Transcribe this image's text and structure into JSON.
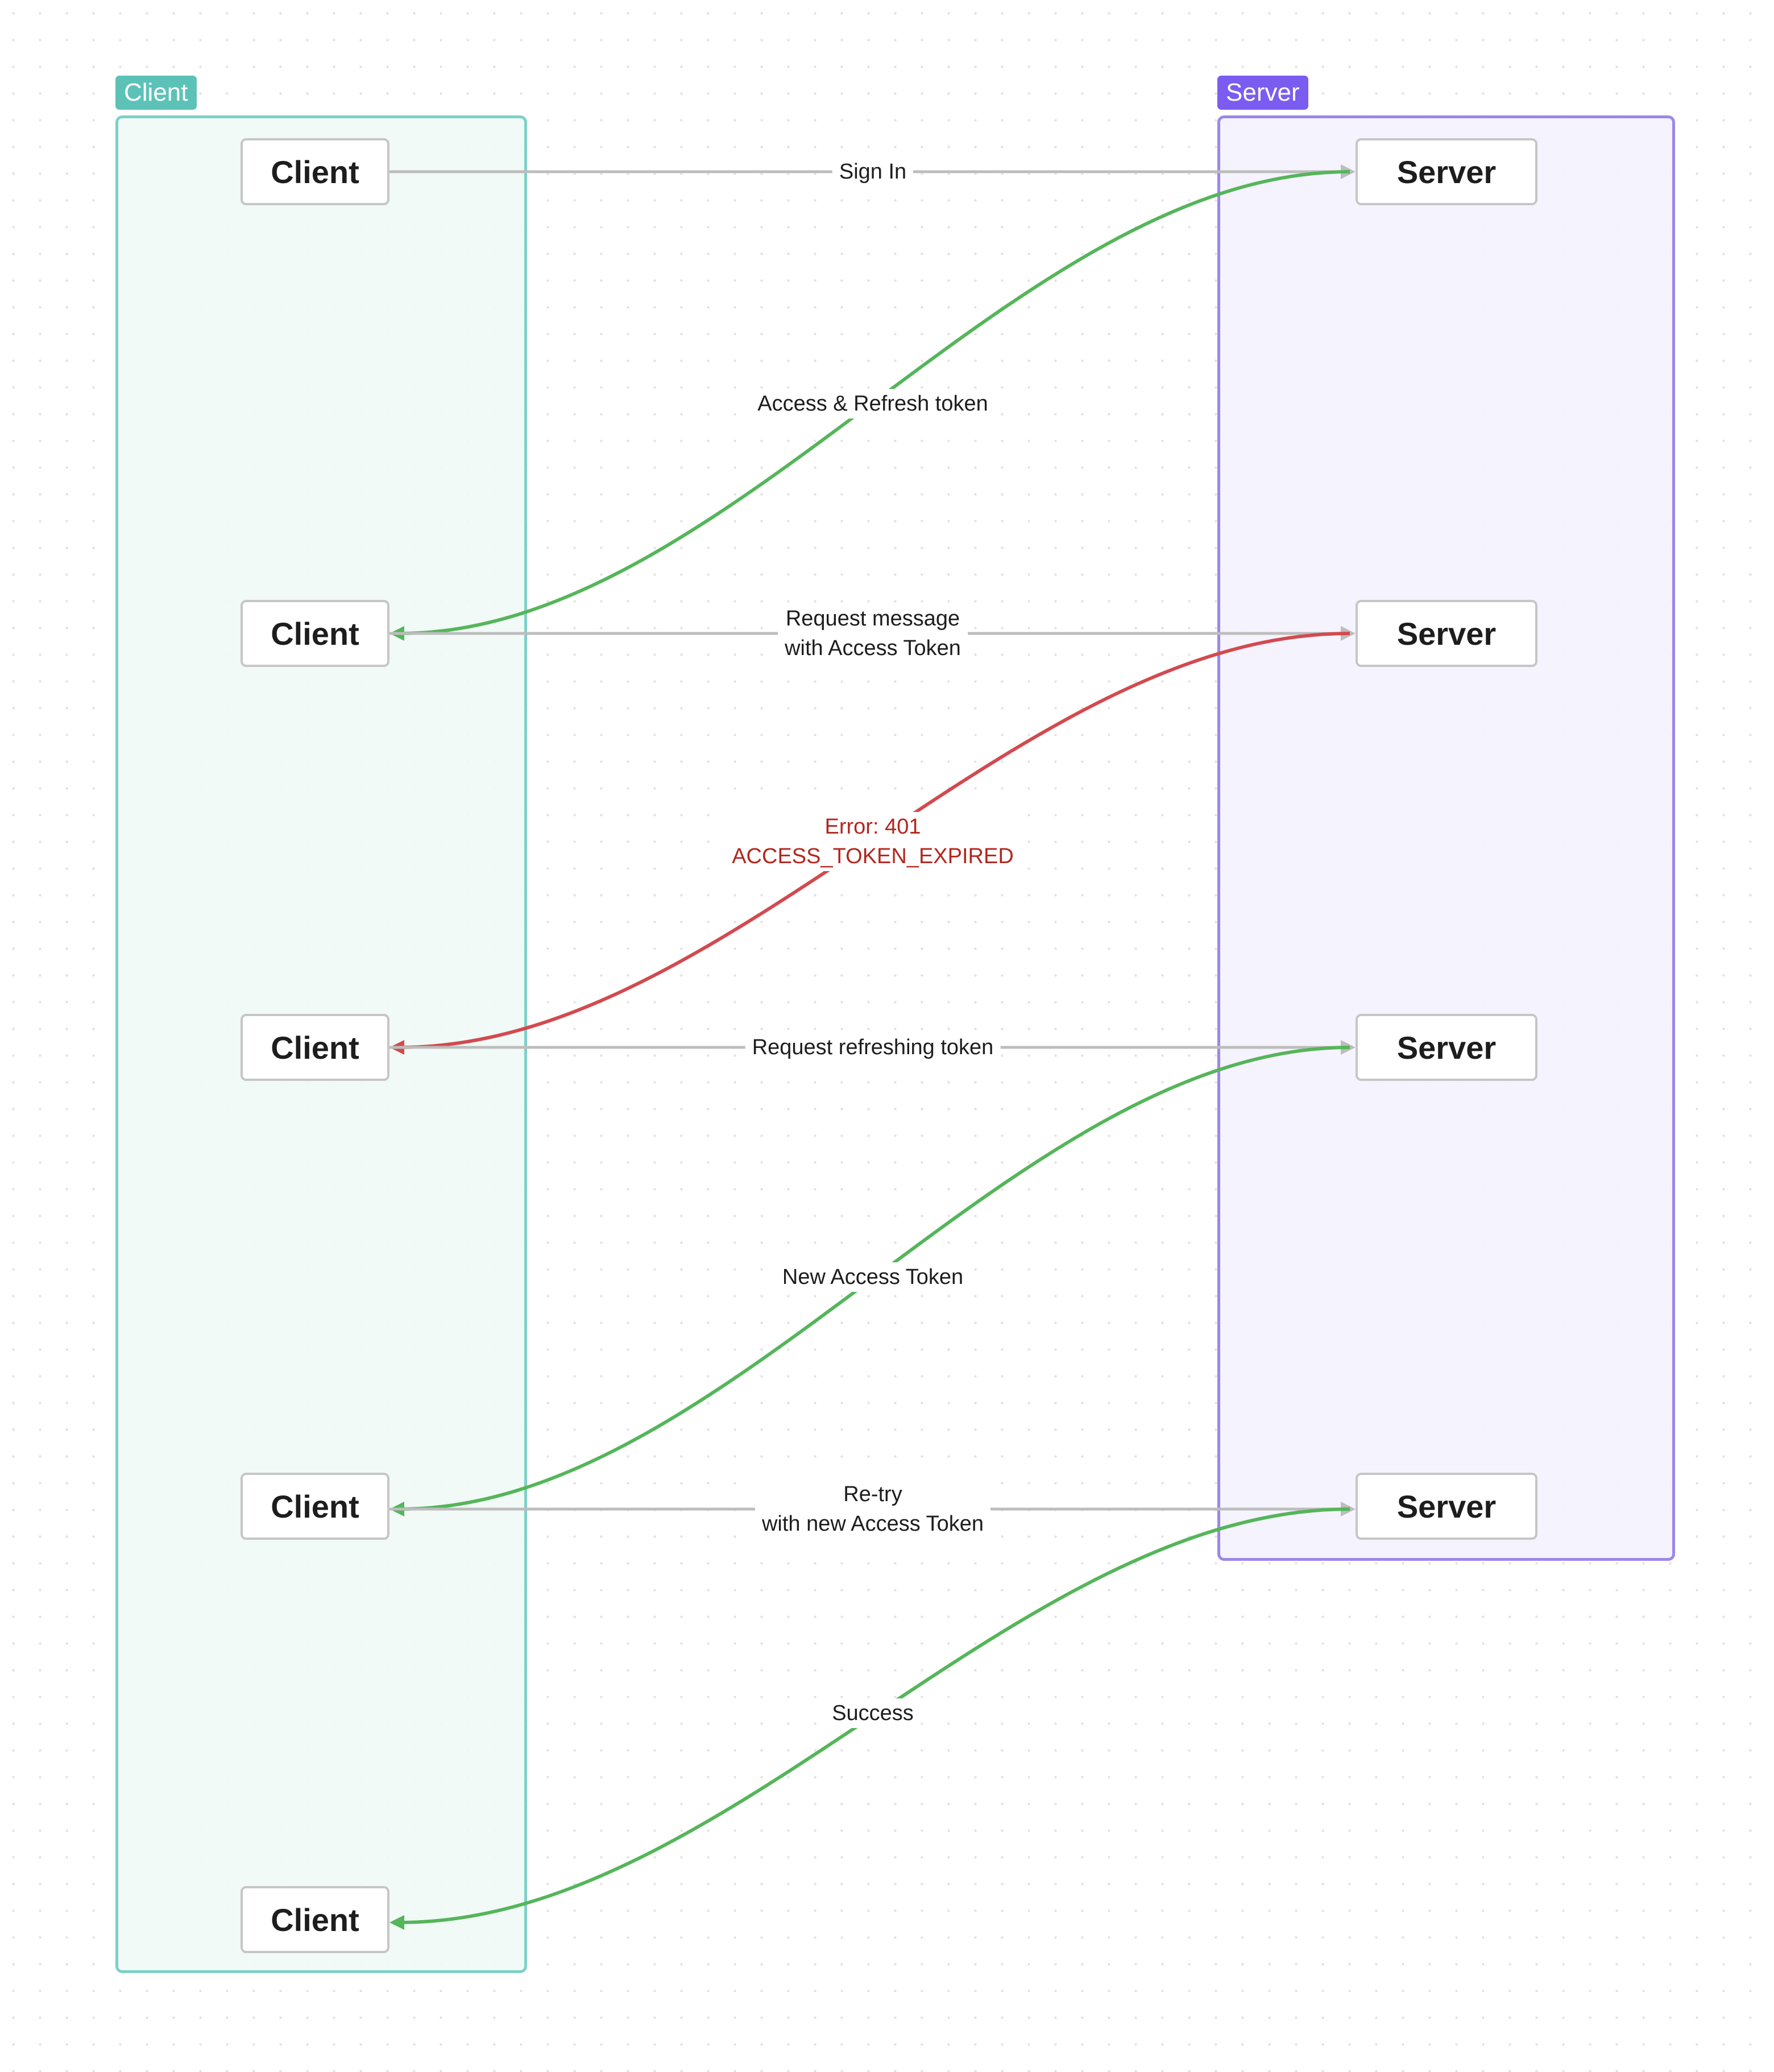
{
  "groups": {
    "client": {
      "label": "Client",
      "color": "#5cc2b8"
    },
    "server": {
      "label": "Server",
      "color": "#7b5cf0"
    }
  },
  "nodes": {
    "client": [
      "Client",
      "Client",
      "Client",
      "Client",
      "Client"
    ],
    "server": [
      "Server",
      "Server",
      "Server",
      "Server"
    ]
  },
  "messages": [
    {
      "from": "client",
      "to": "server",
      "color": "#bdbdbd",
      "lines": [
        "Sign In"
      ]
    },
    {
      "from": "server",
      "to": "client",
      "color": "#55b55a",
      "lines": [
        "Access & Refresh token"
      ]
    },
    {
      "from": "client",
      "to": "server",
      "color": "#bdbdbd",
      "lines": [
        "Request message",
        "with Access Token"
      ]
    },
    {
      "from": "server",
      "to": "client",
      "color": "#d24a4f",
      "lines": [
        "Error: 401",
        "ACCESS_TOKEN_EXPIRED"
      ]
    },
    {
      "from": "client",
      "to": "server",
      "color": "#bdbdbd",
      "lines": [
        "Request refreshing token"
      ]
    },
    {
      "from": "server",
      "to": "client",
      "color": "#55b55a",
      "lines": [
        "New Access Token"
      ]
    },
    {
      "from": "client",
      "to": "server",
      "color": "#bdbdbd",
      "lines": [
        "Re-try",
        "with new Access Token"
      ]
    },
    {
      "from": "server",
      "to": "client",
      "color": "#55b55a",
      "lines": [
        "Success"
      ]
    }
  ]
}
